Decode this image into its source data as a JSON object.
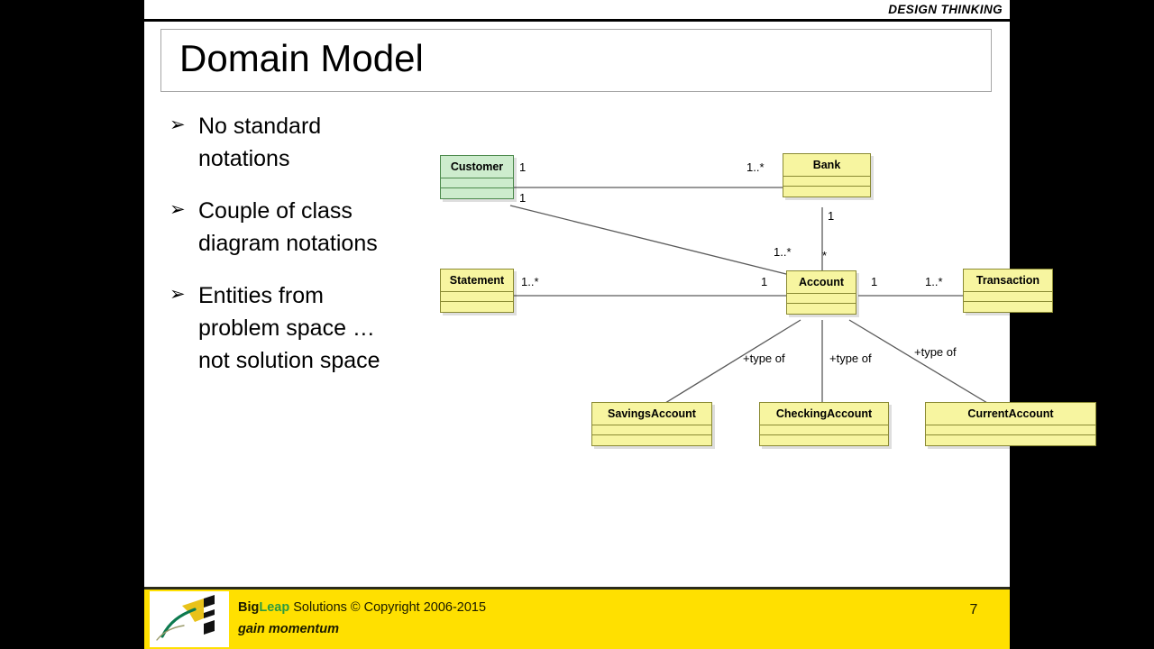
{
  "header": {
    "brand_tag": "DESIGN THINKING"
  },
  "title": {
    "text": "Domain Model"
  },
  "bullets": [
    {
      "marker": "➢",
      "text": "No standard notations"
    },
    {
      "marker": "➢",
      "text": "Couple of class diagram notations"
    },
    {
      "marker": "➢",
      "text": "Entities from problem space … not solution space"
    }
  ],
  "diagram": {
    "type": "uml-class-diagram",
    "classes": [
      {
        "id": "customer",
        "name": "Customer",
        "fill": "#cdeccd",
        "stroke": "#4d8a4d"
      },
      {
        "id": "bank",
        "name": "Bank",
        "fill": "#f7f5a0",
        "stroke": "#8a8a33"
      },
      {
        "id": "statement",
        "name": "Statement",
        "fill": "#f7f5a0",
        "stroke": "#8a8a33"
      },
      {
        "id": "account",
        "name": "Account",
        "fill": "#f7f5a0",
        "stroke": "#8a8a33"
      },
      {
        "id": "transaction",
        "name": "Transaction",
        "fill": "#f7f5a0",
        "stroke": "#8a8a33"
      },
      {
        "id": "savings",
        "name": "SavingsAccount",
        "fill": "#f7f5a0",
        "stroke": "#8a8a33"
      },
      {
        "id": "checking",
        "name": "CheckingAccount",
        "fill": "#f7f5a0",
        "stroke": "#8a8a33"
      },
      {
        "id": "current",
        "name": "CurrentAccount",
        "fill": "#f7f5a0",
        "stroke": "#8a8a33"
      }
    ],
    "multiplicities": {
      "customer_bank_near": "1",
      "customer_bank_far": "1..*",
      "customer_account": "1",
      "account_customer": "1..*",
      "bank_account_near": "1",
      "bank_account_far": "*",
      "statement_account": "1..*",
      "account_statement": "1",
      "account_transaction": "1",
      "transaction_account": "1..*"
    },
    "associations": [
      {
        "label": "+type of"
      },
      {
        "label": "+type of"
      },
      {
        "label": "+type of"
      }
    ]
  },
  "footer": {
    "company_big": "Big",
    "company_leap": "Leap",
    "company_rest": " Solutions © Copyright 2006-2015",
    "tagline": "gain momentum",
    "page_number": "7"
  }
}
